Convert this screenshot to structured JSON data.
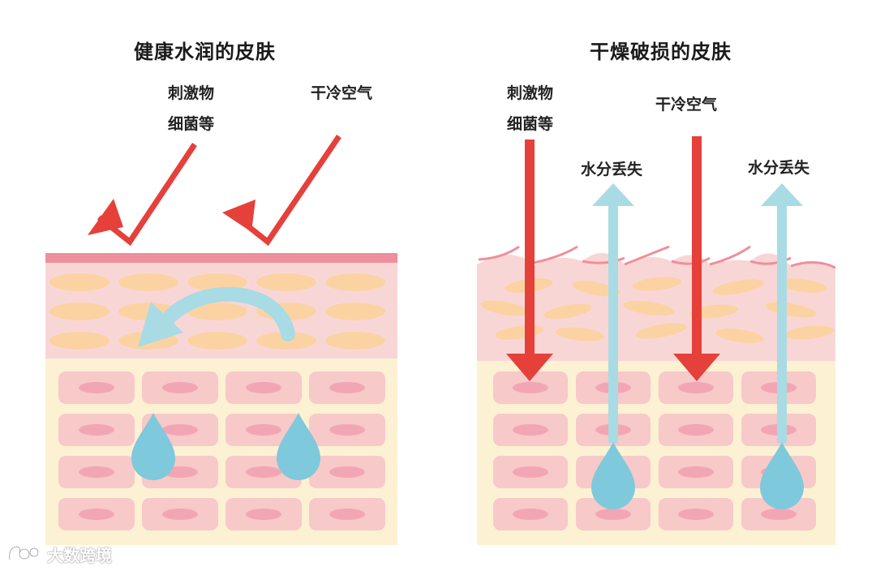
{
  "left_panel": {
    "title": "健康水润的皮肤",
    "irritant_label": [
      "刺激物",
      "细菌等"
    ],
    "cold_air_label": "干冷空气"
  },
  "right_panel": {
    "title": "干燥破损的皮肤",
    "irritant_label": [
      "刺激物",
      "细菌等"
    ],
    "cold_air_label": "干冷空气",
    "water_loss_label_1": "水分丢失",
    "water_loss_label_2": "水分丢失"
  },
  "watermark": {
    "text": "大数跨境"
  },
  "colors": {
    "red_arrow": "#e5403a",
    "blue_arrow": "#8fd0dc",
    "skin_pink": "#f9d6d6",
    "skin_line": "#ef8f9b",
    "oval_orange": "#fbd3a3",
    "base_yellow": "#fdf1d3",
    "cell_pink": "#f7c9c9",
    "nucleus": "#f2a6b4",
    "water_drop": "#7ec9dc"
  }
}
